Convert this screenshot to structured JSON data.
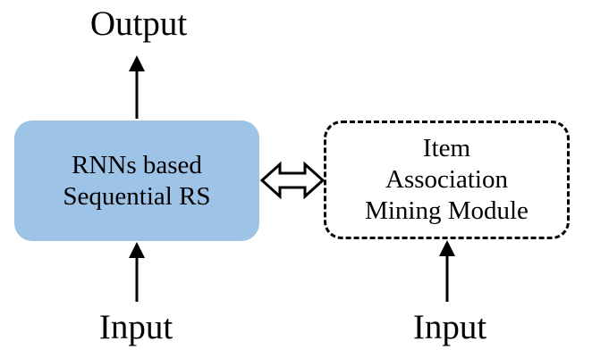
{
  "diagram": {
    "output_label": "Output",
    "left_box": {
      "lines": [
        "RNNs based",
        "Sequential RS"
      ],
      "fill_color": "#9dc3e6"
    },
    "right_box": {
      "lines": [
        "Item",
        "Association",
        "Mining Module"
      ],
      "border_style": "dashed"
    },
    "input_left_label": "Input",
    "input_right_label": "Input",
    "connector": "double-headed-hollow-arrow"
  }
}
